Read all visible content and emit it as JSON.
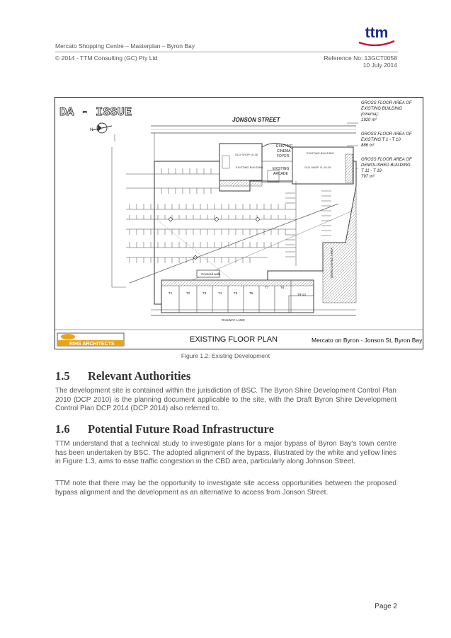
{
  "header": {
    "title": "Mercato Shopping Centre – Masterplan – Byron Bay",
    "copyright": "© 2014 - TTM Consulting (GC) Pty Ltd",
    "reference": "Reference No: 13GCT0058",
    "date": "10 July 2014",
    "logo_text": "ttm",
    "logo_color": "#1a2b8c",
    "logo_accent": "#c8102e"
  },
  "figure": {
    "stamp": "DA - ISSUE",
    "street": "JONSON     STREET",
    "notes": [
      {
        "lines": [
          "GROSS FLOOR AREA OF",
          "EXISTING BUILDING",
          "(cinema):",
          "1920 m²"
        ]
      },
      {
        "lines": [
          "GROSS FLOOR AREA OF",
          "EXISTING T 1 - T 10",
          "886 m²"
        ]
      },
      {
        "lines": [
          "GROSS FLOOR AREA OF",
          "DEMOLISHED BUILDING",
          "T 11 - T 19",
          "797 m²"
        ]
      }
    ],
    "labels": {
      "cinema": [
        "EXISTING",
        "CINEMA",
        "FOYER"
      ],
      "arcade": [
        "EXISTING",
        "ARCADE"
      ],
      "covered_walk": "Covered walk",
      "demolished": "DEMOLISHED AREA",
      "railway": "RAILWAY LAND",
      "old_shop_a": "OLD SHOP 10-18",
      "old_shop_b": "OLD SHOP 11-20-29",
      "existing_bldg_a": "EXISTING BUILDING",
      "existing_bldg_b": "EXISTING BUILDING"
    },
    "tenancies": [
      "T1",
      "T2",
      "T3",
      "T4",
      "T5",
      "T6",
      "T7",
      "T8",
      "T9-10"
    ],
    "plan_title": "EXISTING FLOOR  PLAN",
    "architect": "RIHS ARCHITECTS",
    "project": "Mercato on Byron - Jonson St, Byron Bay"
  },
  "caption": "Figure 1.2: Existing Development",
  "sections": [
    {
      "number": "1.5",
      "title": "Relevant Authorities",
      "paragraphs": [
        "The development site is contained within the jurisdiction of BSC. The Byron Shire Development Control Plan 2010 (DCP 2010) is the planning document applicable to the site, with the Draft Byron Shire Development Control Plan DCP 2014 (DCP 2014) also referred to."
      ]
    },
    {
      "number": "1.6",
      "title": "Potential Future Road Infrastructure",
      "paragraphs": [
        "TTM understand that a technical study to investigate plans for a major bypass of Byron Bay's town centre has been undertaken by BSC. The adopted alignment of the bypass, illustrated by the white and yellow lines in Figure 1.3, aims to ease traffic congestion in the CBD area, particularly along Johnson Street.",
        "TTM note that there may be the opportunity to investigate site access opportunities between the proposed bypass alignment and the development as an alternative to access from Jonson Street."
      ]
    }
  ],
  "page_number": "Page 2"
}
